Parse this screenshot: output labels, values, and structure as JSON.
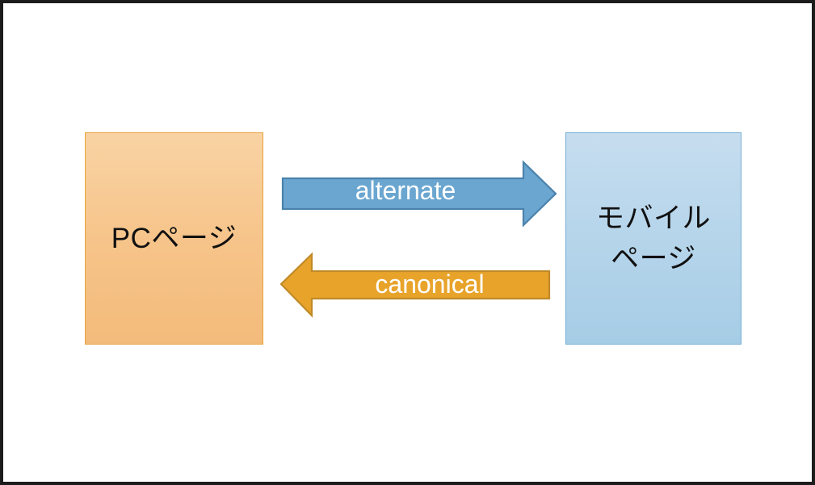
{
  "diagram": {
    "title": "PC page and mobile page annotation relationship",
    "border_color": "#1c1c1c",
    "background": "#ffffff",
    "nodes": [
      {
        "id": "pc-page",
        "label": "PCページ",
        "fill": "#f6c388",
        "stroke": "#e8a33d",
        "text_color": "#111111"
      },
      {
        "id": "mobile-page",
        "label": "モバイル\nページ",
        "fill": "#b4d4ea",
        "stroke": "#77aed4",
        "text_color": "#111111"
      }
    ],
    "arrows": [
      {
        "id": "alternate-arrow",
        "label": "alternate",
        "direction": "right",
        "from": "PCページ",
        "to": "モバイルページ",
        "fill": "#6aa6d0",
        "stroke": "#4a82ac",
        "text_color": "#ffffff"
      },
      {
        "id": "canonical-arrow",
        "label": "canonical",
        "direction": "left",
        "from": "モバイルページ",
        "to": "PCページ",
        "fill": "#e8a32a",
        "stroke": "#c08a28",
        "text_color": "#ffffff"
      }
    ]
  }
}
